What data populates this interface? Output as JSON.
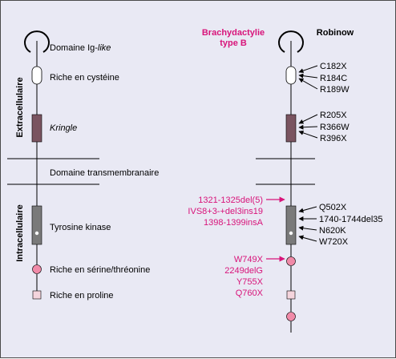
{
  "regions": {
    "extracellular": "Extracellulaire",
    "intracellular": "Intracellulaire"
  },
  "domains": {
    "ig": {
      "label": "Domaine Ig-",
      "italic": "like"
    },
    "cys": "Riche en cystéine",
    "kringle": "Kringle",
    "tm": "Domaine transmembranaire",
    "tk": "Tyrosine kinase",
    "sert": "Riche en sérine/thréonine",
    "pro": "Riche en proline"
  },
  "columns": {
    "bdb_title_1": "Brachydactylie",
    "bdb_title_2": "type B",
    "robinow_title": "Robinow"
  },
  "robinow_mutations": {
    "cys": [
      "C182X",
      "R184C",
      "R189W"
    ],
    "kringle": [
      "R205X",
      "R366W",
      "R396X"
    ],
    "tk": [
      "Q502X",
      "1740-1744del35",
      "N620K",
      "W720X"
    ]
  },
  "bdb_mutations": {
    "tk": [
      "1321-1325del(5)",
      "IVS8+3-+del3ins19",
      "1398-1399insA"
    ],
    "sert": [
      "W749X",
      "2249delG",
      "Y755X",
      "Q760X"
    ]
  },
  "colors": {
    "background": "#e9e9f4",
    "kringle": "#7a5460",
    "kinase": "#7a7a7a",
    "ser_thr": "#f08aa8",
    "proline": "#f4d4dc",
    "magenta_text": "#d8147a"
  }
}
